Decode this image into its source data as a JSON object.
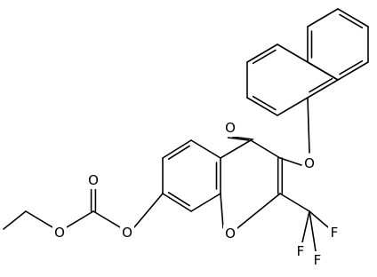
{
  "molecule": {
    "atoms": {
      "carbonyl_o": "O",
      "ether_o": "O",
      "ring_o": "O",
      "ester_o": "O",
      "carbonate_carbonyl_o": "O",
      "carbonate_ether_o": "O",
      "f1": "F",
      "f2": "F",
      "f3": "F"
    }
  }
}
